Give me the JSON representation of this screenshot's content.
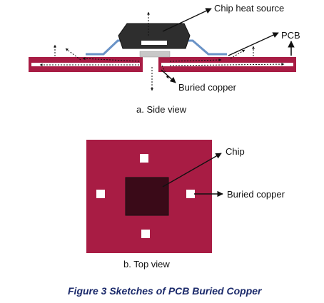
{
  "side_view": {
    "labels": {
      "chip_heat_source": "Chip heat source",
      "pcb": "PCB",
      "buried_copper": "Buried copper"
    },
    "caption": "a. Side view"
  },
  "top_view": {
    "labels": {
      "chip": "Chip",
      "buried_copper": "Buried copper"
    },
    "caption": "b. Top view"
  },
  "figure_caption": "Figure 3 Sketches of PCB Buried Copper",
  "colors": {
    "pcb": "#a81c44",
    "chip_body": "#2e2e2e",
    "chip_top_view": "#3a0a18",
    "leads": "#6a93c7",
    "copper_pad": "#c8c8c8",
    "via": "#ffffff",
    "caption": "#1b2a6b"
  }
}
